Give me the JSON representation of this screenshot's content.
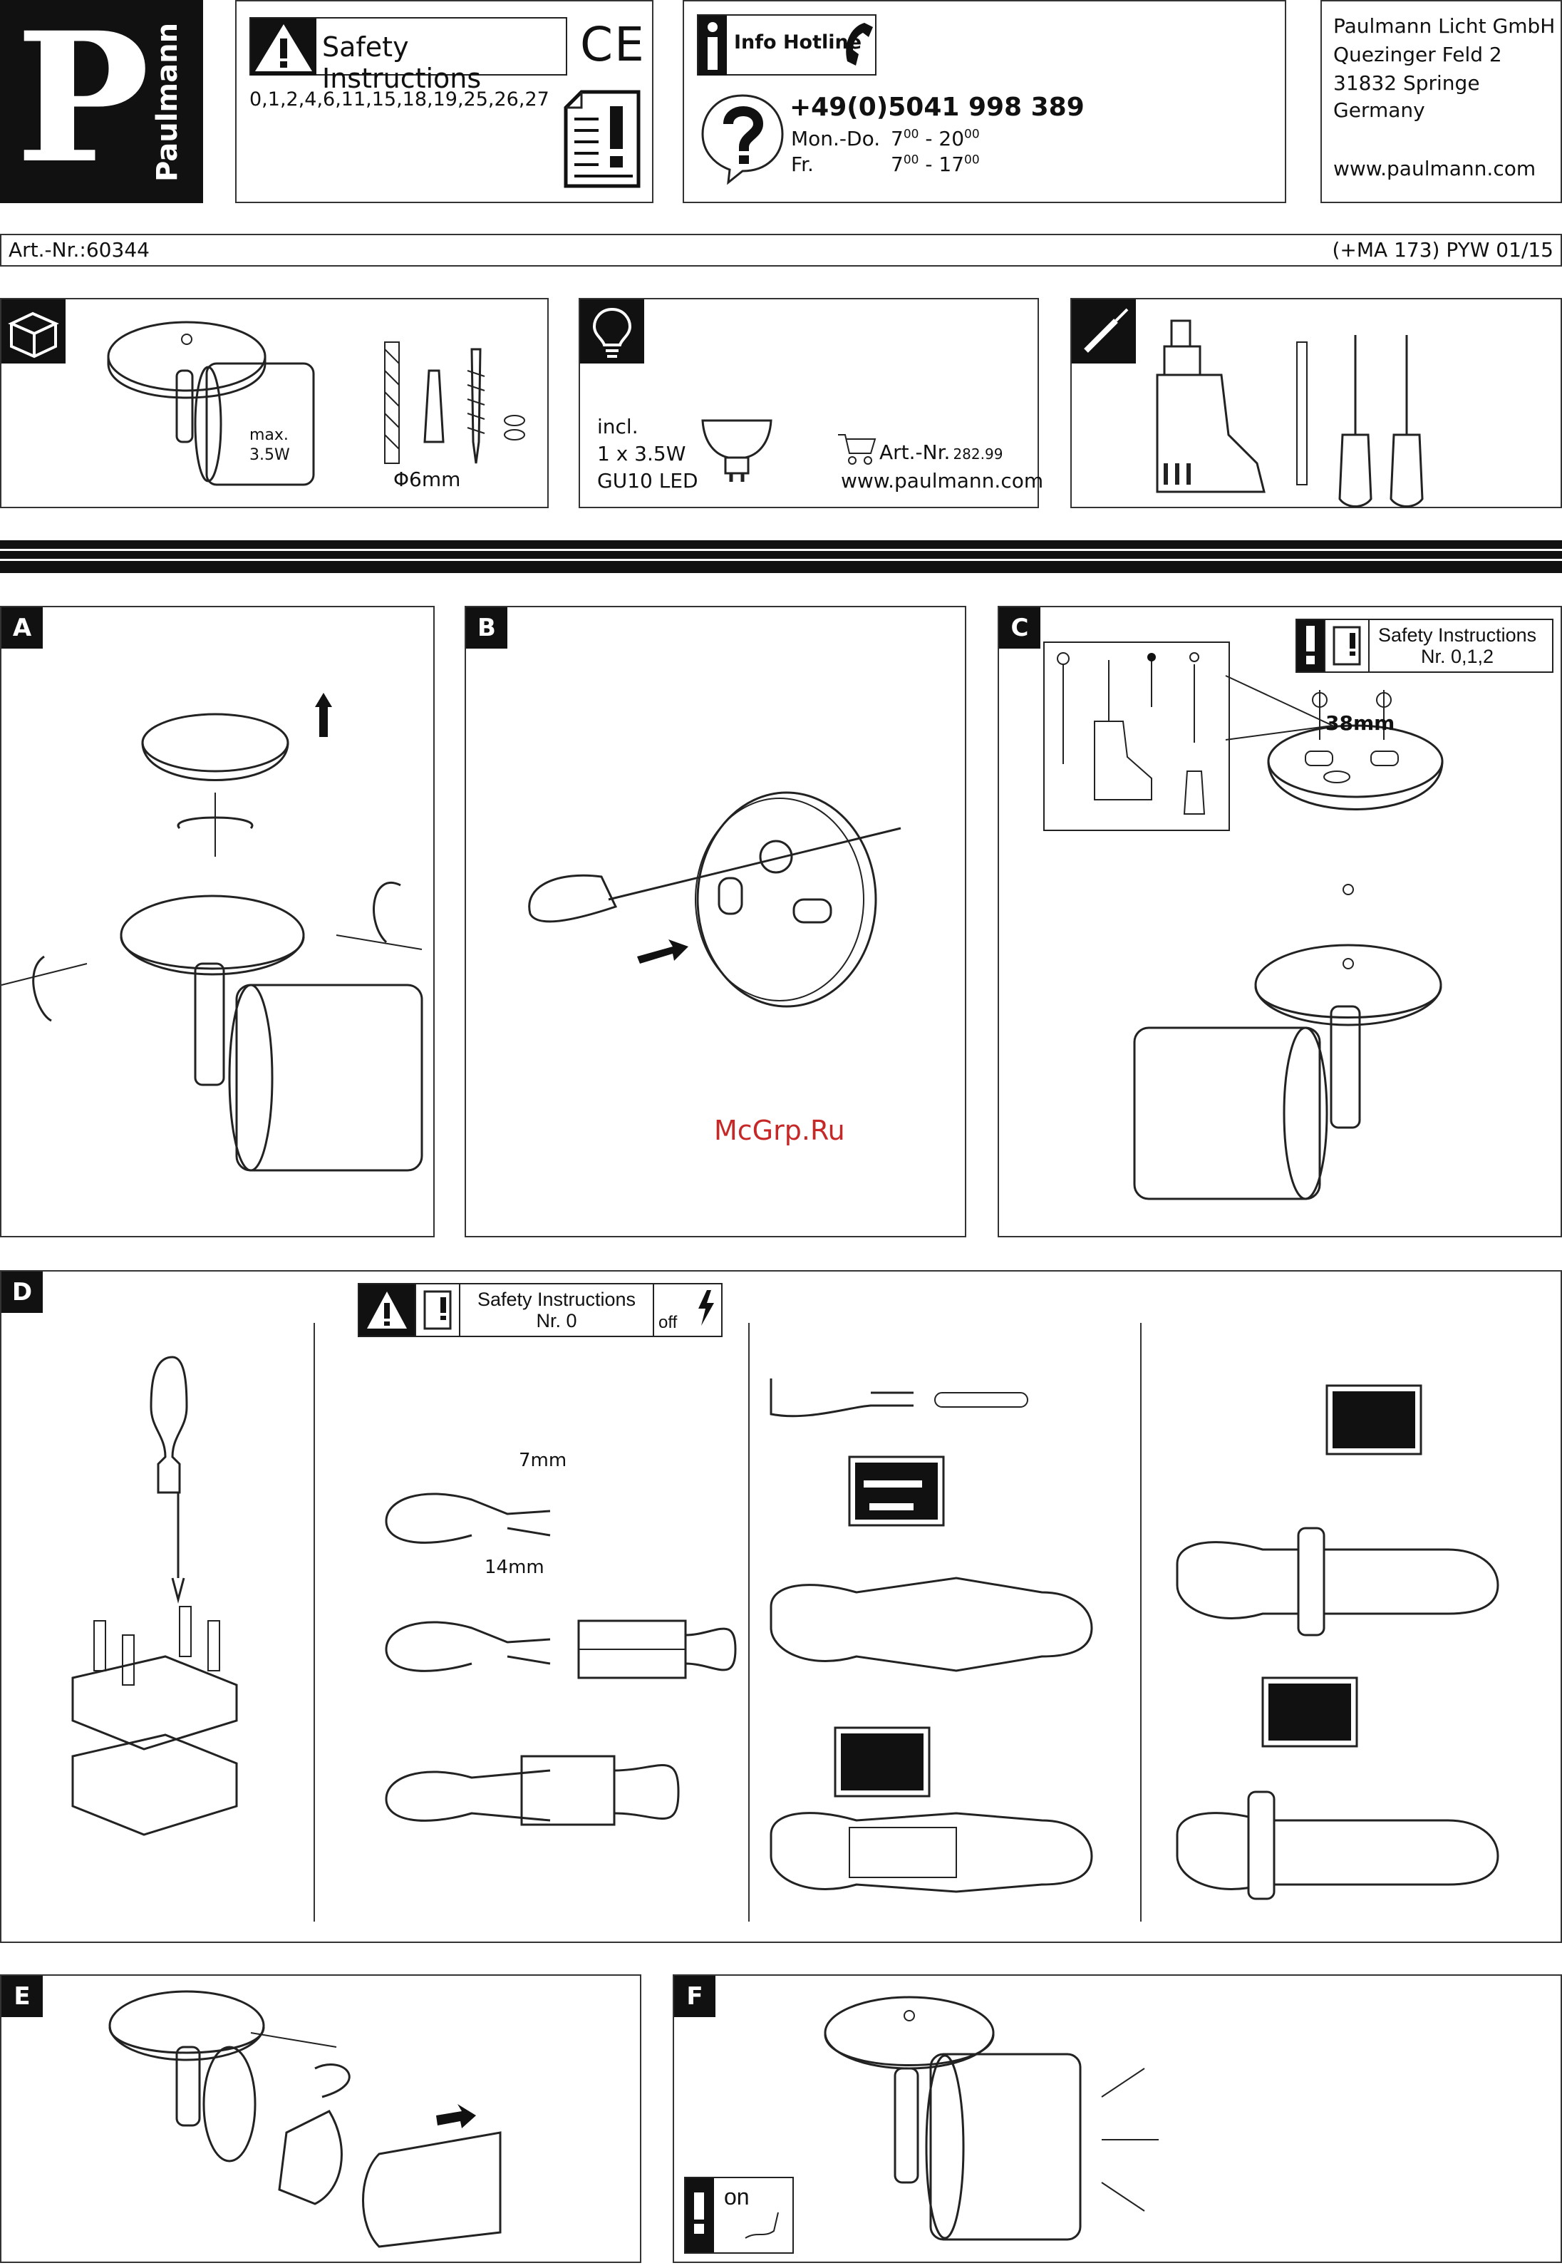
{
  "brand": {
    "name": "Paulmann",
    "letter": "P"
  },
  "safety": {
    "title": "Safety Instructions",
    "numbers": "0,1,2,4,6,11,15,18,19,25,26,27",
    "ce_mark": "CE"
  },
  "hotline": {
    "title": "Info Hotline",
    "phone": "+49(0)5041 998 389",
    "hours": [
      {
        "days": "Mon.-Do.",
        "open": "7",
        "open_sup": "00",
        "sep": " - ",
        "close": "20",
        "close_sup": "00"
      },
      {
        "days": "Fr.",
        "open": "7",
        "open_sup": "00",
        "sep": " - ",
        "close": "17",
        "close_sup": "00"
      }
    ]
  },
  "address": {
    "lines": [
      "Paulmann Licht GmbH",
      "Quezinger Feld 2",
      "31832 Springe",
      "Germany"
    ],
    "web": "www.paulmann.com"
  },
  "article_bar": {
    "left": "Art.-Nr.:60344",
    "right": "(+MA 173) PYW 01/15"
  },
  "contents_panel": {
    "max_label": "max.",
    "watt": "3.5W",
    "drill_diameter": "6mm",
    "phi": "Φ"
  },
  "lamp_panel": {
    "lines": [
      "incl.",
      "1 x 3.5W",
      "GU10 LED"
    ],
    "art_prefix": "Art.-Nr.",
    "art_number": "282.99",
    "web": "www.paulmann.com"
  },
  "steps": {
    "A": "A",
    "B": "B",
    "C": {
      "letter": "C",
      "si_title": "Safety Instructions",
      "si_nr": "Nr. 0,1,2",
      "distance": "38mm"
    },
    "D": {
      "letter": "D",
      "si_title": "Safety Instructions",
      "si_nr": "Nr. 0",
      "off": "off",
      "strip_long": "7mm",
      "strip_short": "14mm"
    },
    "E": "E",
    "F": {
      "letter": "F",
      "on": "on"
    }
  },
  "watermark": "McGrp.Ru"
}
